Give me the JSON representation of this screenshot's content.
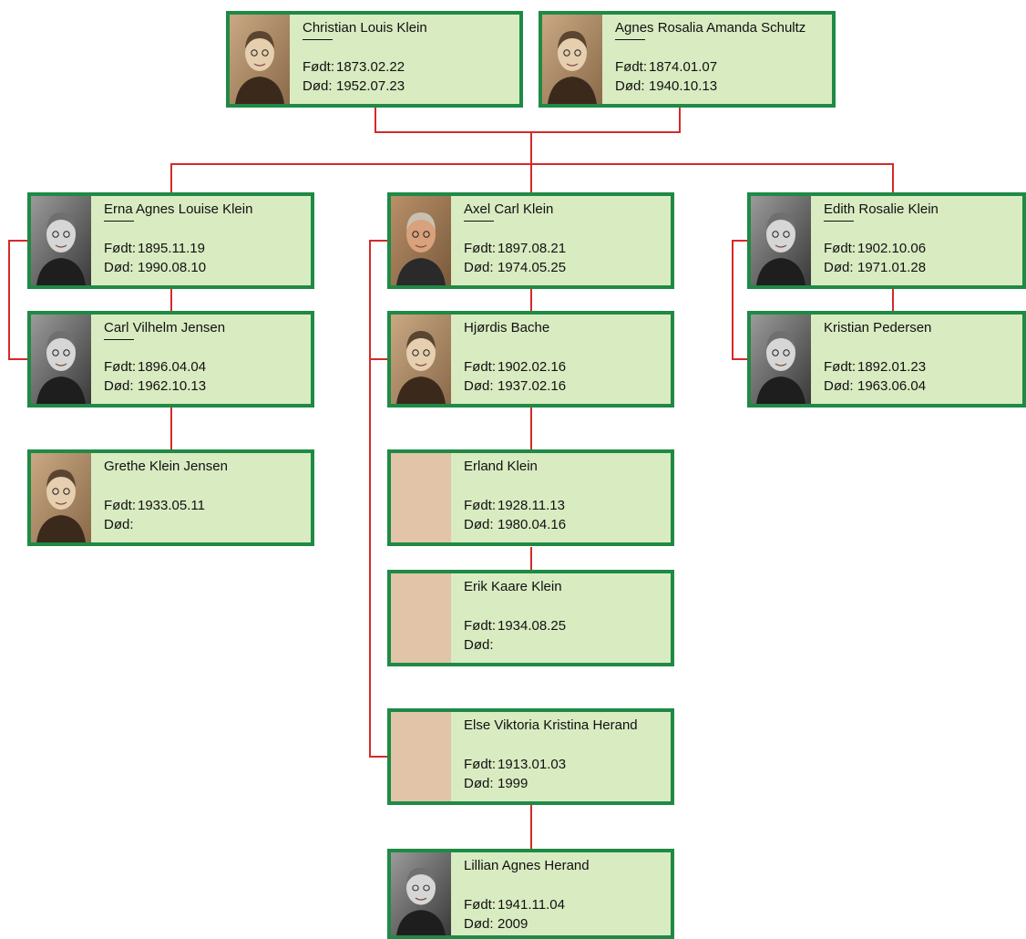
{
  "labels": {
    "born": "Født:",
    "died": "Død:"
  },
  "colors": {
    "line": "#d42a2a",
    "border": "#1e8a45",
    "card": "#d9ebc1",
    "nophoto": "#e2c4a8"
  },
  "persons": [
    {
      "id": "christian",
      "name": "Christian Louis Klein",
      "born": "1873.02.22",
      "died": "1952.07.23",
      "photo": "sepia-portrait",
      "underline": true
    },
    {
      "id": "agnes",
      "name": "Agnes Rosalia Amanda Schultz",
      "born": "1874.01.07",
      "died": "1940.10.13",
      "photo": "sepia-portrait",
      "underline": true
    },
    {
      "id": "erna",
      "name": "Erna Agnes Louise Klein",
      "born": "1895.11.19",
      "died": "1990.08.10",
      "photo": "bw-portrait",
      "underline": true
    },
    {
      "id": "carl",
      "name": "Carl Vilhelm Jensen",
      "born": "1896.04.04",
      "died": "1962.10.13",
      "photo": "bw-portrait",
      "underline": true
    },
    {
      "id": "grethe",
      "name": "Grethe Klein Jensen",
      "born": "1933.05.11",
      "died": "",
      "photo": "sepia-portrait",
      "underline": false
    },
    {
      "id": "axel",
      "name": "Axel Carl Klein",
      "born": "1897.08.21",
      "died": "1974.05.25",
      "photo": "color-portrait",
      "underline": true
    },
    {
      "id": "hjordis",
      "name": "Hjørdis Bache",
      "born": "1902.02.16",
      "died": "1937.02.16",
      "photo": "sepia-portrait",
      "underline": false
    },
    {
      "id": "erland",
      "name": "Erland Klein",
      "born": "1928.11.13",
      "died": "1980.04.16",
      "photo": "none",
      "underline": false
    },
    {
      "id": "erik",
      "name": "Erik Kaare Klein",
      "born": "1934.08.25",
      "died": "",
      "photo": "none",
      "underline": false
    },
    {
      "id": "else",
      "name": "Else Viktoria Kristina Herand",
      "born": "1913.01.03",
      "died": "1999",
      "photo": "none",
      "underline": false
    },
    {
      "id": "lillian",
      "name": "Lillian Agnes Herand",
      "born": "1941.11.04",
      "died": "2009",
      "photo": "bw-portrait",
      "underline": false
    },
    {
      "id": "edith",
      "name": "Edith Rosalie Klein",
      "born": "1902.10.06",
      "died": "1971.01.28",
      "photo": "bw-portrait",
      "underline": true
    },
    {
      "id": "kristian",
      "name": "Kristian Pedersen",
      "born": "1892.01.23",
      "died": "1963.06.04",
      "photo": "bw-portrait",
      "underline": false
    }
  ]
}
